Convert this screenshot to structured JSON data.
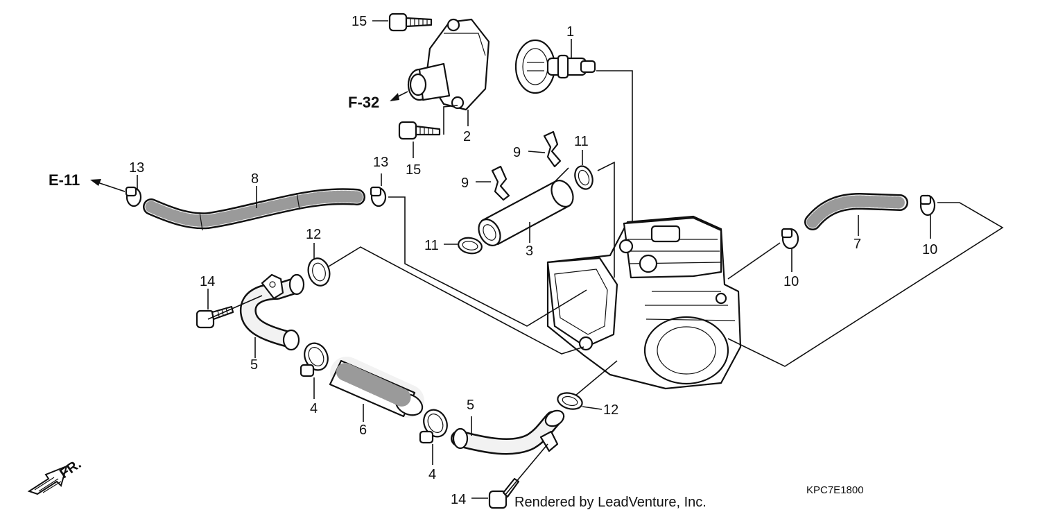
{
  "callouts": {
    "c1": "1",
    "c2": "2",
    "c3": "3",
    "c4a": "4",
    "c4b": "4",
    "c5a": "5",
    "c5b": "5",
    "c6": "6",
    "c7": "7",
    "c8": "8",
    "c9a": "9",
    "c9b": "9",
    "c10a": "10",
    "c10b": "10",
    "c11a": "11",
    "c11b": "11",
    "c12a": "12",
    "c12b": "12",
    "c13a": "13",
    "c13b": "13",
    "c14a": "14",
    "c14b": "14",
    "c15a": "15",
    "c15b": "15"
  },
  "references": {
    "f32": "F-32",
    "e11": "E-11"
  },
  "direction_label": "FR.",
  "credit": "Rendered by LeadVenture, Inc.",
  "diagram_code": "KPC7E1800"
}
